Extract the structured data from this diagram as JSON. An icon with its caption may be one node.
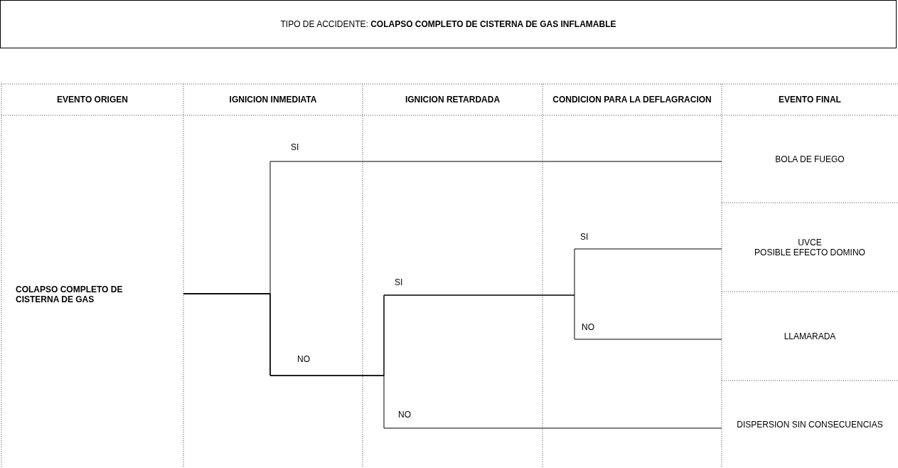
{
  "diagram": {
    "title": "TIPO DE ACCIDENTE: **COLAPSO COMPLETO DE CISTERNA DE GAS INFLAMABLE**",
    "nodes": [
      {
        "text": [
          "COLAPSO COMPLETO DE CISTERNA DE GAS"
        ]
      },
      {
        "text": [
          "BOLA DE FUEGO"
        ]
      },
      {
        "text": [
          "UVCE",
          "POSIBLE EFECTO DOMINO"
        ]
      },
      {
        "text": [
          "LLAMARADA"
        ]
      },
      {
        "text": [
          "DISPERSION SIN CONSECUENCIAS"
        ]
      }
    ],
    "edges": [
      {
        "from": 0,
        "to": 1,
        "arrow": "none"
      },
      {
        "from": 0,
        "to": 2,
        "arrow": "none"
      },
      {
        "from": 0,
        "to": 3,
        "arrow": "none"
      },
      {
        "from": 0,
        "to": 4,
        "arrow": "none"
      }
    ],
    "labels": [
      "EVENTO ORIGEN",
      "IGNICION INMEDIATA",
      "IGNICION RETARDADA",
      "CONDICION PARA LA DEFLAGRACION",
      "EVENTO FINAL",
      "SI",
      "SI",
      "SI",
      "NO",
      "NO",
      "NO"
    ]
  }
}
